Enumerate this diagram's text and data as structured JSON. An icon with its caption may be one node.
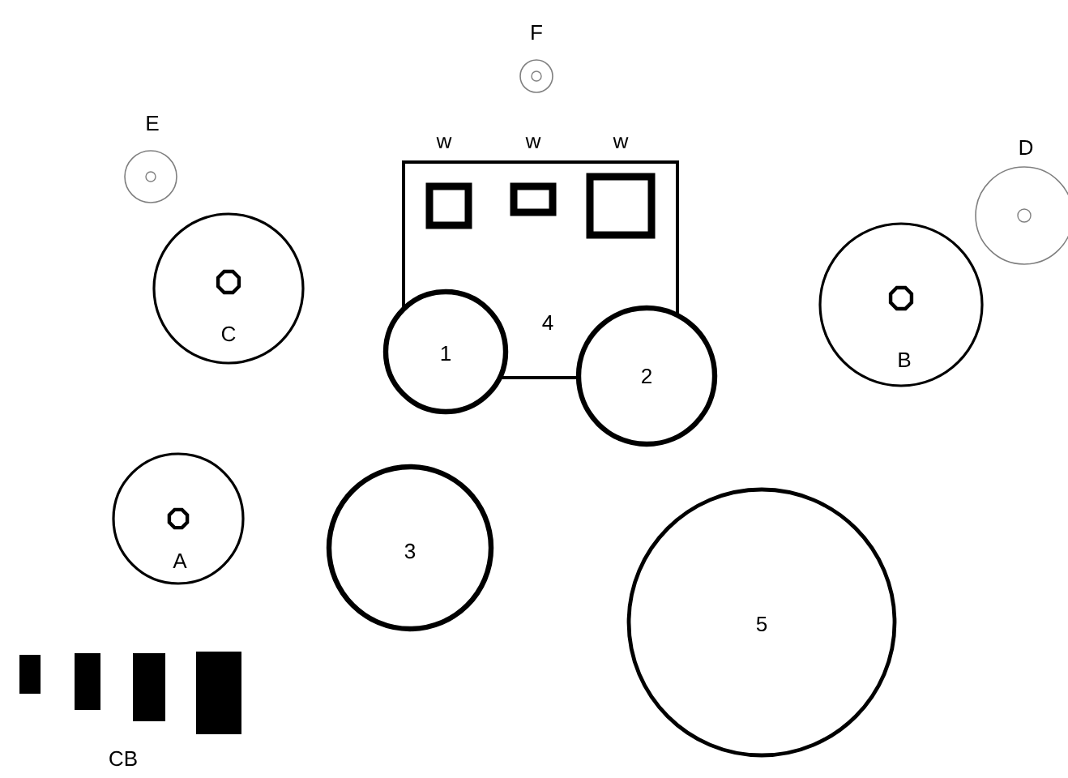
{
  "diagram": {
    "nodes": [
      {
        "text": [
          "F"
        ]
      },
      {
        "text": [
          "E"
        ]
      },
      {
        "text": [
          "D"
        ]
      },
      {
        "text": [
          "4"
        ]
      },
      {
        "text": [],
        "shape": "box",
        "beside": [
          "w"
        ],
        "in": 3
      },
      {
        "text": [],
        "shape": "box",
        "beside": [
          "w"
        ],
        "in": 3
      },
      {
        "text": [],
        "shape": "box",
        "beside": [
          "w"
        ],
        "in": 3
      },
      {
        "text": [
          "C"
        ]
      },
      {
        "text": [
          "1"
        ]
      },
      {
        "text": [
          "2"
        ]
      },
      {
        "text": [
          "B"
        ]
      },
      {
        "text": [
          "A"
        ]
      },
      {
        "text": [
          "3"
        ]
      },
      {
        "text": [
          "5"
        ]
      }
    ],
    "labels": [
      "CB"
    ]
  }
}
